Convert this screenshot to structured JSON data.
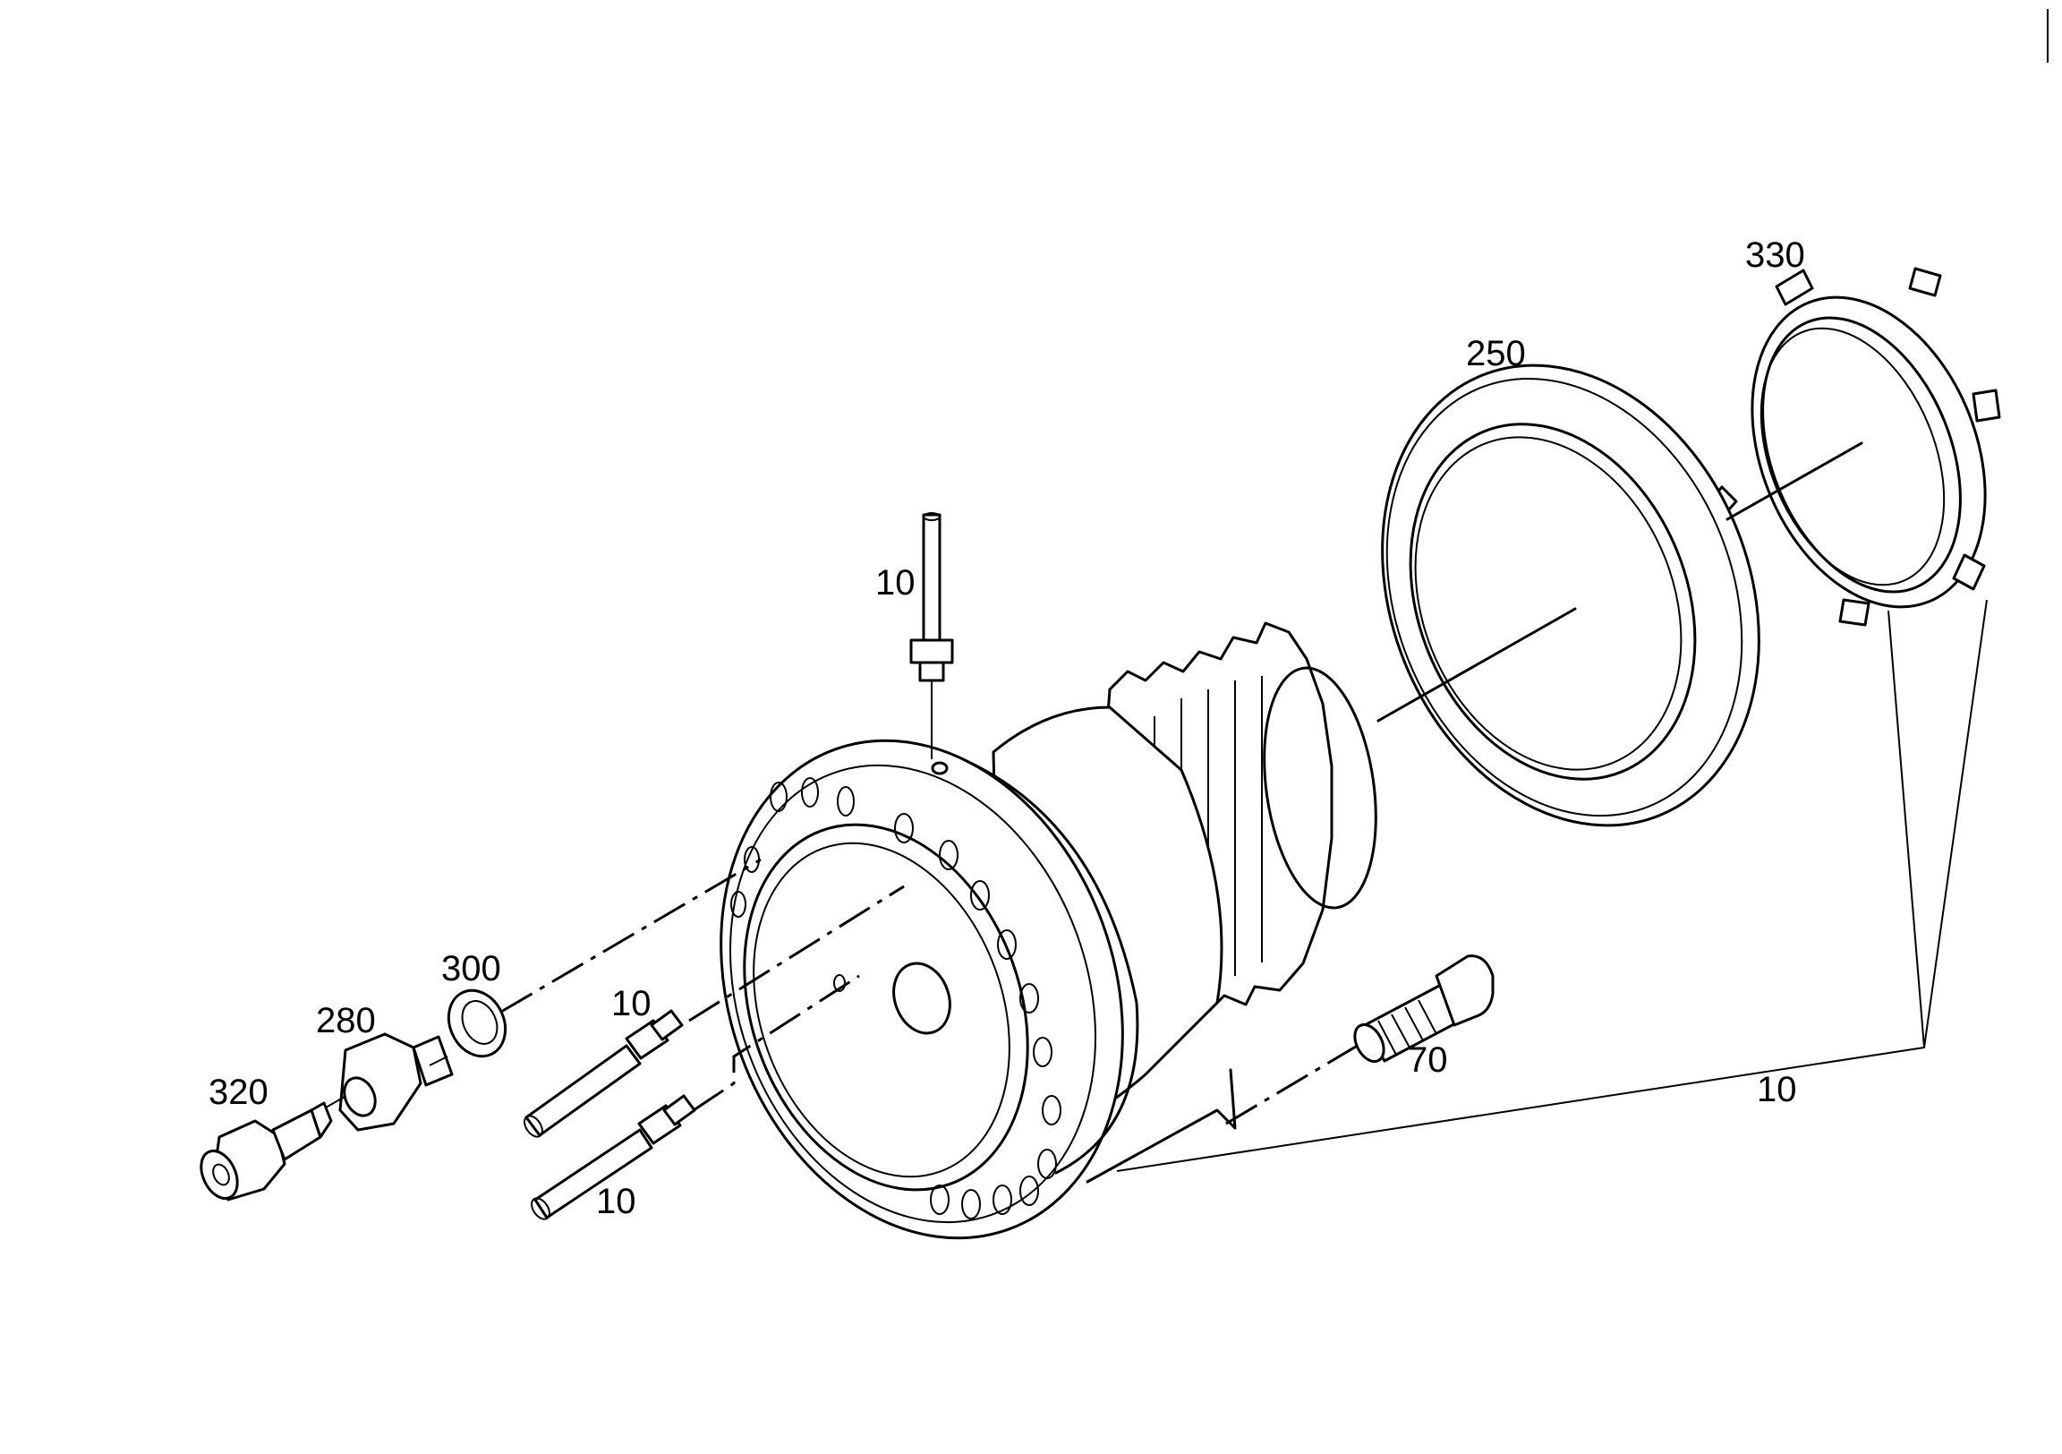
{
  "labels": {
    "pin_top": "10",
    "ring_nut": "330",
    "seal_ring": "250",
    "pin_mid": "10",
    "pin_low": "10",
    "washer": "300",
    "union": "280",
    "valve": "320",
    "screw": "70",
    "housing_assembly": "10"
  }
}
